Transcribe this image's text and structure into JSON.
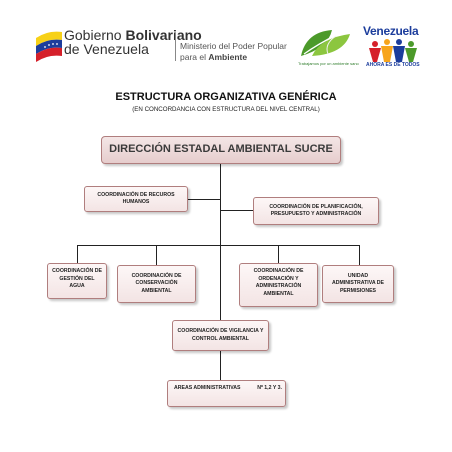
{
  "header": {
    "gov_line1_a": "Gobierno ",
    "gov_line1_b": "Bolivariano",
    "gov_line2": "de Venezuela",
    "ministry_line1": "Ministerio del Poder Popular",
    "ministry_line2_a": "para el ",
    "ministry_line2_b": "Ambiente",
    "eco_tagline": "Trabajamos por un ambiente sano",
    "venezuela_word": "Venezuela",
    "venezuela_tagline": "AHORA ES DE TODOS",
    "colors": {
      "flag_yellow": "#f7d117",
      "flag_blue": "#1c3d9c",
      "flag_red": "#d5202a",
      "eco_green": "#4c9a2a"
    }
  },
  "title": "ESTRUCTURA ORGANIZATIVA GENÉRICA",
  "subtitle": "(EN CONCORDANCIA CON ESTRUCTURA DEL NIVEL CENTRAL)",
  "org": {
    "root": "DIRECCIÓN ESTADAL AMBIENTAL SUCRE",
    "staff_left": "COORDINACIÓN DE RECUROS HUMANOS",
    "staff_right": "COORDINACIÓN DE PLANIFICACIÓN, PRESUPUESTO Y ADMINISTRACIÓN",
    "units": [
      "COORDINACIÓN DE GESTIÓN DEL AGUA",
      "COORDINACIÓN DE CONSERVACIÓN AMBIENTAL",
      "COORDINACIÓN DE ORDENACIÓN Y ADMINISTRACIÓN AMBIENTAL",
      "UNIDAD ADMINISTRATIVA DE PERMISIONES"
    ],
    "vigilance": "COORDINACIÓN DE VIGILANCIA Y CONTROL AMBIENTAL",
    "areas_a": "AREAS ADMINISTRATIVAS",
    "areas_b": "Nº 1,2 Y 3."
  }
}
